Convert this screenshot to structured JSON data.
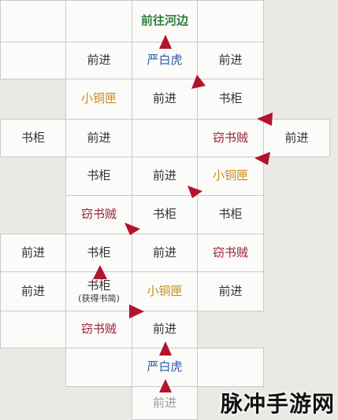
{
  "cells": {
    "r0c2": "前往河边",
    "r1c1": "前进",
    "r1c2": "严白虎",
    "r1c3": "前进",
    "r2c1": "小铜匣",
    "r2c2": "前进",
    "r2c3": "书柜",
    "r3c0": "书柜",
    "r3c1": "前进",
    "r3c3": "窃书贼",
    "r3c4": "前进",
    "r4c1": "书柜",
    "r4c2": "前进",
    "r4c3": "小铜匣",
    "r5c1": "窃书贼",
    "r5c2": "书柜",
    "r5c3": "书柜",
    "r6c0": "前进",
    "r6c1": "书柜",
    "r6c2": "前进",
    "r6c3": "窃书贼",
    "r7c0": "前进",
    "r7c1": "书柜",
    "r7c1_note": "(获得书简)",
    "r7c2": "小铜匣",
    "r7c3": "前进",
    "r8c1": "窃书贼",
    "r8c2": "前进",
    "r9c2": "严白虎",
    "r10c2": "前进"
  },
  "colors": {
    "thief": "#9b1f3c",
    "tiger": "#2a5aa7",
    "box": "#c98b1a",
    "goal": "#2e7d3c",
    "arrow": "#b3132c"
  },
  "watermark": "脉冲手游网"
}
